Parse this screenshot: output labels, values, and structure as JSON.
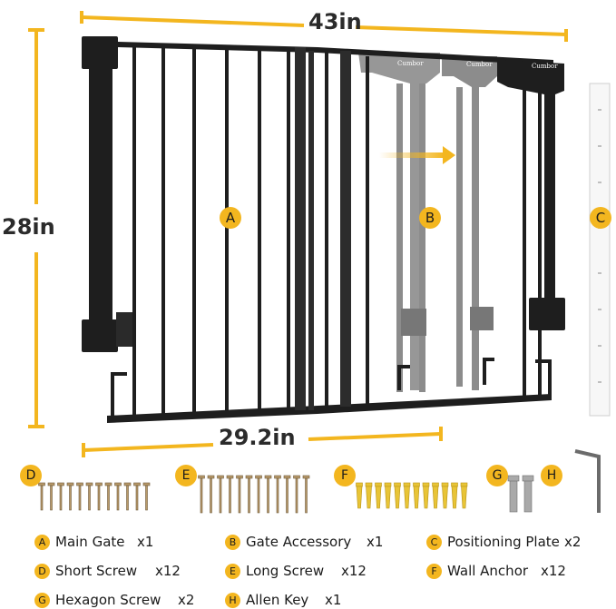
{
  "dimensions": {
    "width": "43in",
    "height": "28in",
    "bottom_width": "29.2in"
  },
  "brand": "Cumbor",
  "parts": [
    {
      "letter": "A",
      "name": "Main Gate",
      "qty": "x1"
    },
    {
      "letter": "B",
      "name": "Gate Accessory",
      "qty": "x1"
    },
    {
      "letter": "C",
      "name": "Positioning Plate",
      "qty": "x2"
    },
    {
      "letter": "D",
      "name": "Short Screw",
      "qty": "x12"
    },
    {
      "letter": "E",
      "name": "Long Screw",
      "qty": "x12"
    },
    {
      "letter": "F",
      "name": "Wall Anchor",
      "qty": "x12"
    },
    {
      "letter": "G",
      "name": "Hexagon Screw",
      "qty": "x2"
    },
    {
      "letter": "H",
      "name": "Allen Key",
      "qty": "x1"
    }
  ],
  "colors": {
    "accent": "#f3b61f",
    "gate": "#1e1e1e",
    "accessory": "#8c8c8c"
  }
}
